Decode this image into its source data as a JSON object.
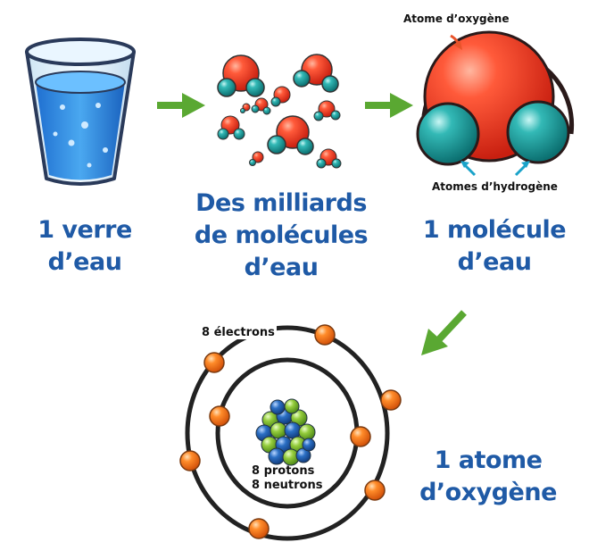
{
  "captions": {
    "glass": [
      "1 verre",
      "d’eau"
    ],
    "molecules": [
      "Des milliards",
      "de molécules",
      "d’eau"
    ],
    "molecule": [
      "1 molécule",
      "d’eau"
    ],
    "atom": [
      "1 atome",
      "d’oxygène"
    ]
  },
  "labels": {
    "oxygen_atom": "Atome d’oxygène",
    "hydrogen_atoms": "Atomes d’hydrogène",
    "electrons": "8 électrons",
    "protons": "8 protons",
    "neutrons": "8 neutrons"
  },
  "colors": {
    "caption_text": "#1f5aa6",
    "flow_arrow": "#5aa832",
    "label_arrow": "#e8532a",
    "hydrogen_arrow": "#1aa3c9",
    "oxygen": "#e53b27",
    "hydrogen": "#1d9c9a",
    "electron": "#f07a22",
    "water": "#2f7fd8",
    "proton": "#8cc63f",
    "neutron": "#2663a8"
  }
}
